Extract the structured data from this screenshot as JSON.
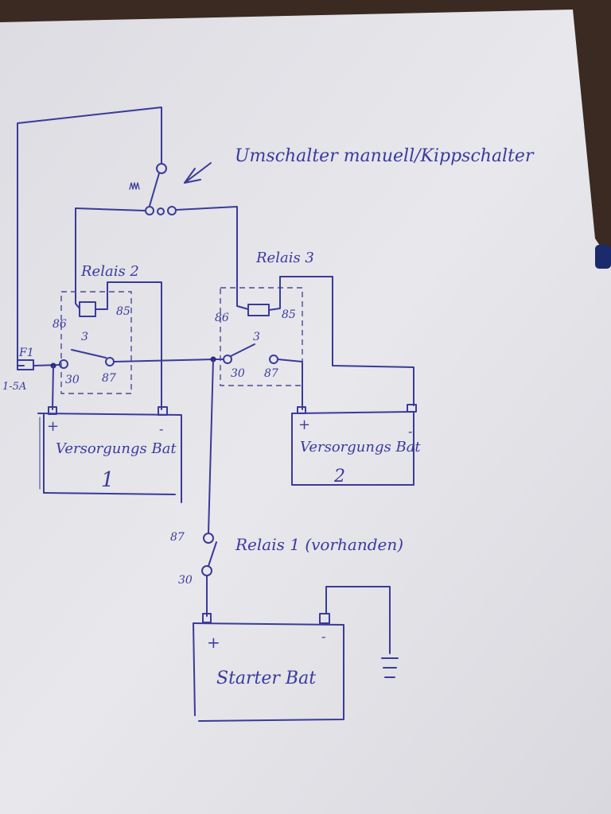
{
  "title_note": "Umschalter manuell/Kippschalter",
  "relais2": {
    "label": "Relais 2",
    "pin86": "86",
    "pin85": "85",
    "coil_num": "3",
    "pin30": "30",
    "pin87": "87"
  },
  "relais3": {
    "label": "Relais 3",
    "pin86": "86",
    "pin85": "85",
    "coil_num": "3",
    "pin30": "30",
    "pin87": "87"
  },
  "fuse": {
    "label": "F1",
    "rating": "1-5A"
  },
  "battery1": {
    "label": "Versorgungs Bat",
    "number": "1",
    "plus": "+",
    "minus": "-"
  },
  "battery2": {
    "label": "Versorgungs Bat",
    "number": "2",
    "plus": "+",
    "minus": "-"
  },
  "relais1": {
    "label": "Relais 1 (vorhanden)",
    "pin87": "87",
    "pin30": "30"
  },
  "starter": {
    "label": "Starter Bat",
    "plus": "+",
    "minus": "-"
  },
  "colors": {
    "ink": "#3a3a9a",
    "paper": "#e4e4e8",
    "background": "#3b2a22"
  }
}
